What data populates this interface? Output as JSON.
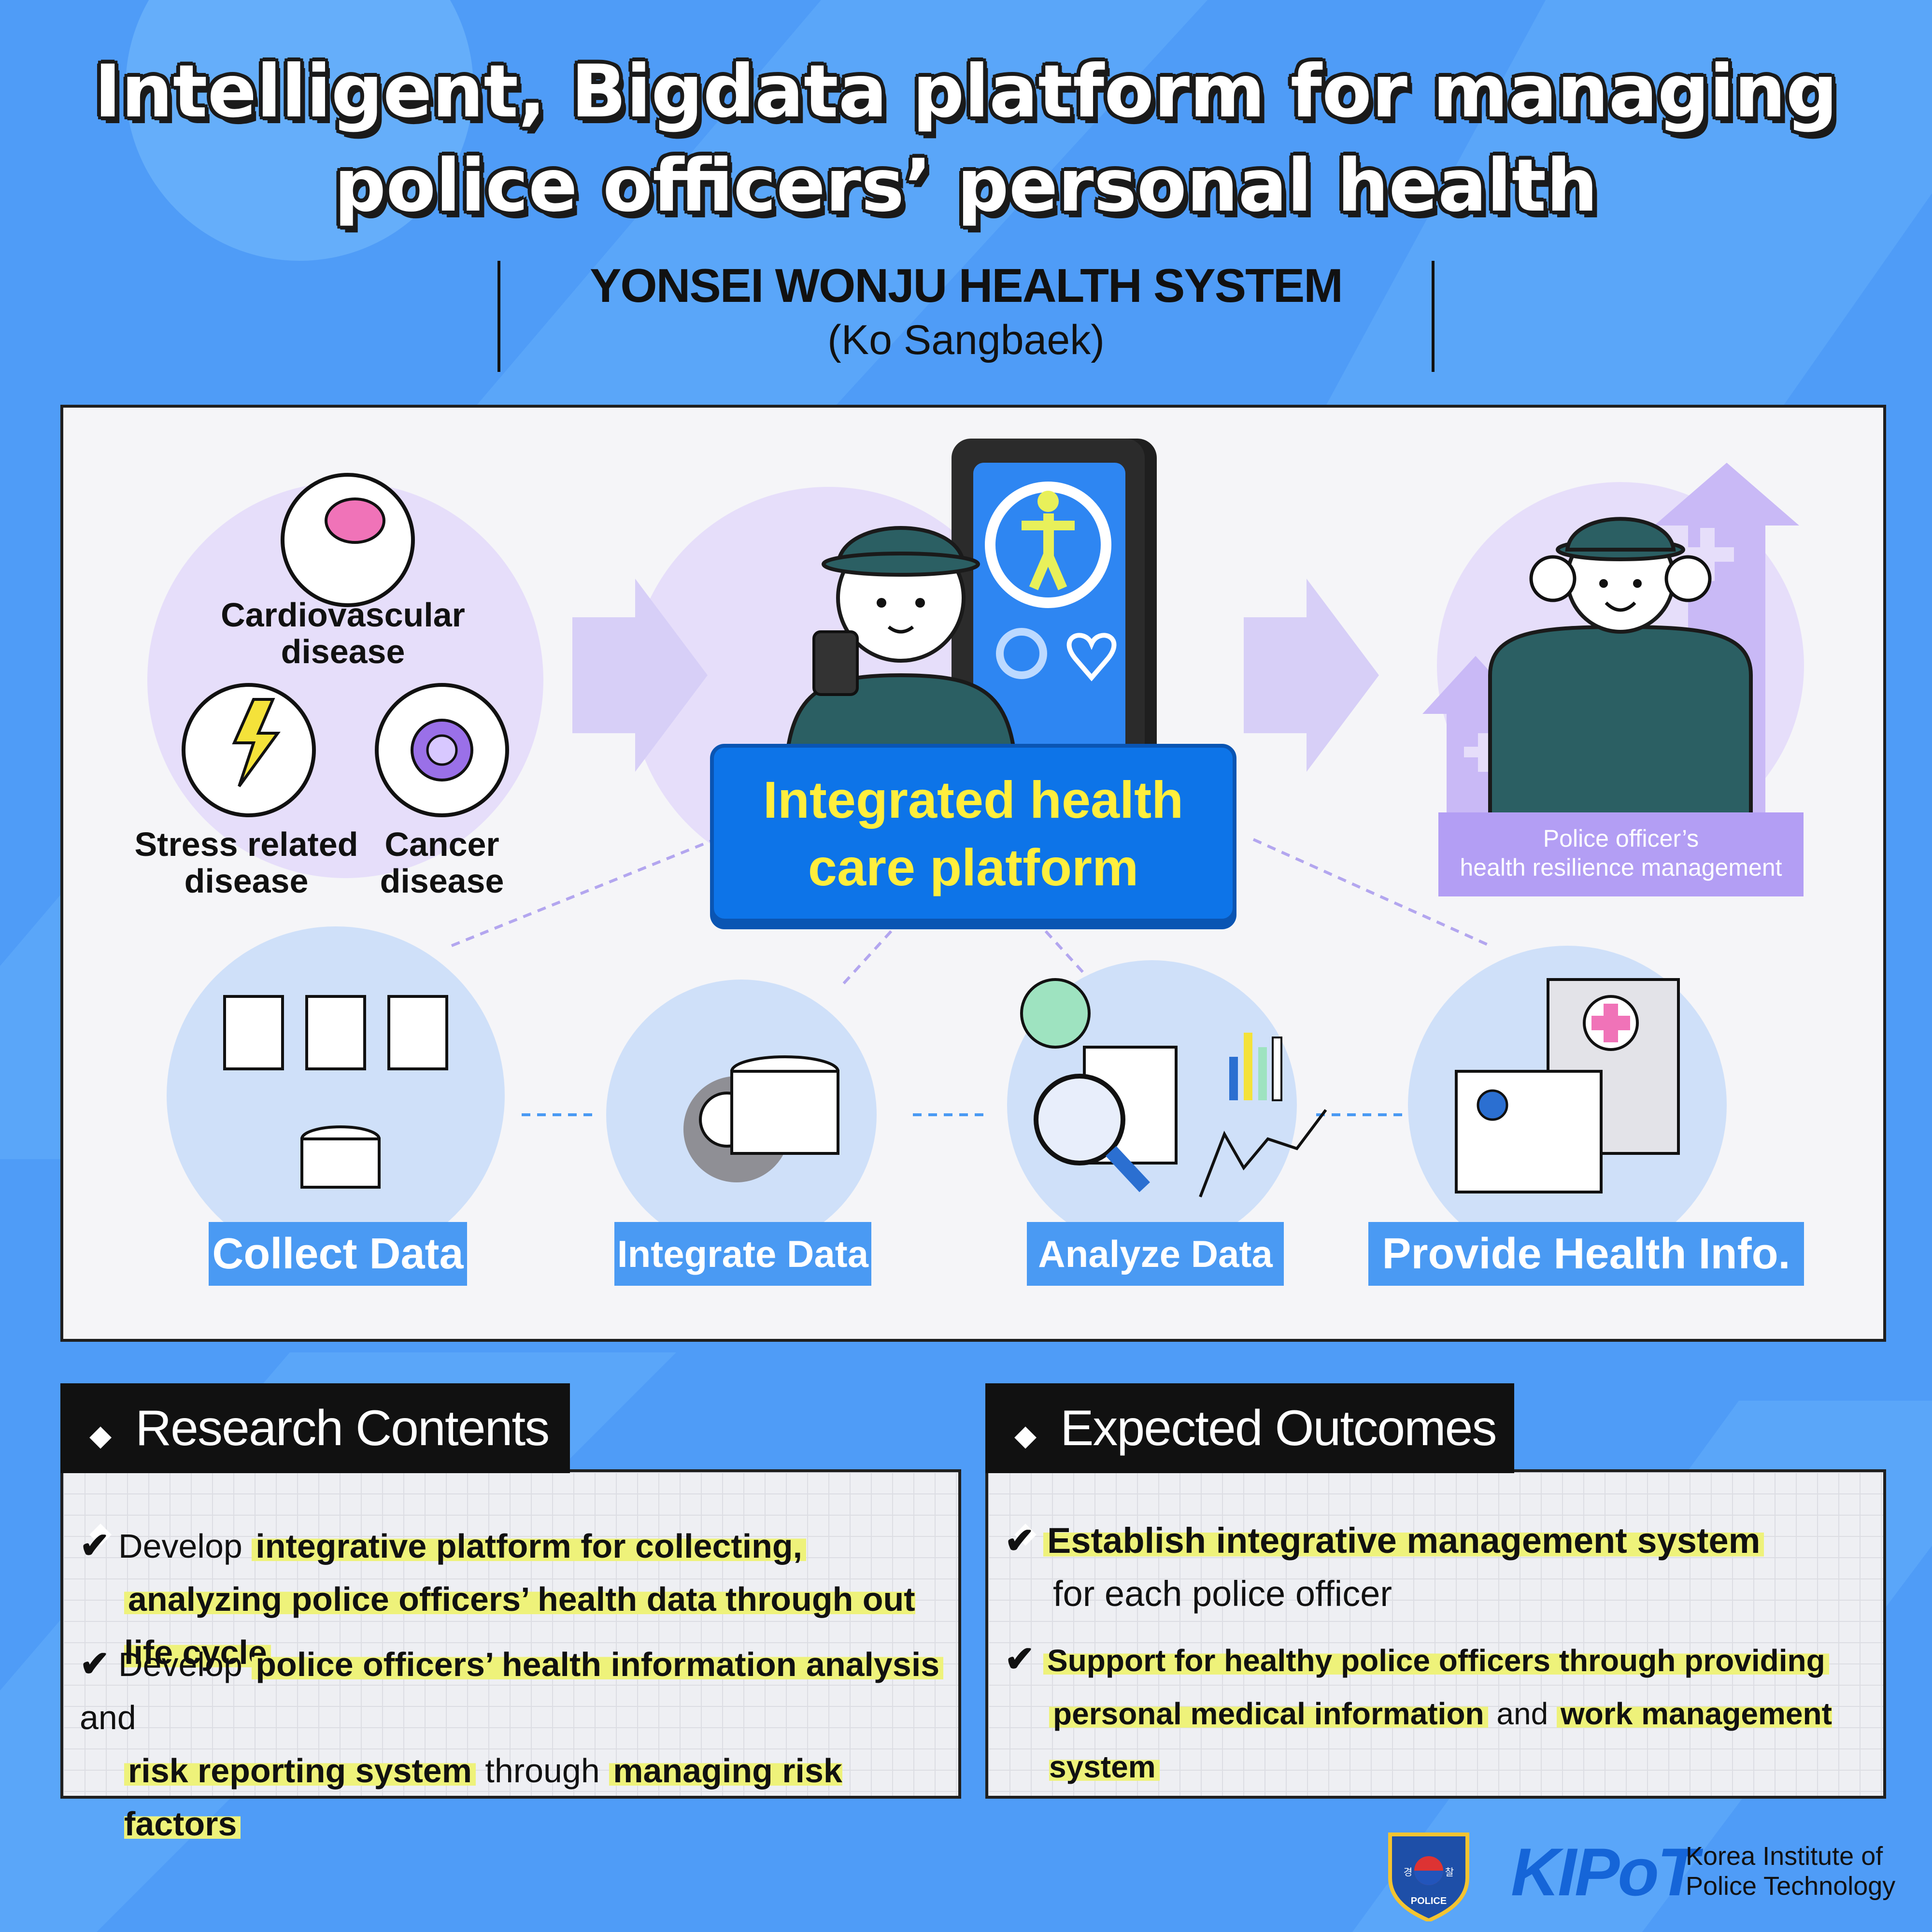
{
  "title": {
    "line1": "Intelligent, Bigdata platform for managing",
    "line2": "police officers’ personal health"
  },
  "org": {
    "name": "YONSEI WONJU HEALTH SYSTEM",
    "person": "(Ko Sangbaek)"
  },
  "diseases": {
    "cardio": [
      "Cardiovascular",
      "disease"
    ],
    "stress": [
      "Stress related",
      "disease"
    ],
    "cancer": [
      "Cancer",
      "disease"
    ]
  },
  "platform": {
    "line1": "Integrated health",
    "line2": "care platform"
  },
  "resilience": {
    "line1": "Police officer’s",
    "line2": "health resilience management"
  },
  "steps": [
    "Collect Data",
    "Integrate Data",
    "Analyze Data",
    "Provide Health Info."
  ],
  "research": {
    "heading": "Research Contents",
    "item1": {
      "lead": "Develop ",
      "hl1": "integrative platform for collecting,",
      "hl2": "analyzing police officers’ health data through out life cycle"
    },
    "item2": {
      "lead": "Develop ",
      "hl1": "police officers’ health information analysis",
      "mid1": " and",
      "hl2": "risk reporting system",
      "mid2": " through ",
      "hl3": "managing risk factors"
    }
  },
  "outcomes": {
    "heading": "Expected Outcomes",
    "item1": {
      "hl1": "Establish integrative management system",
      "rest": "for each police officer"
    },
    "item2": {
      "hl1": "Support for healthy police officers through providing",
      "hl2": "personal medical information",
      "mid": " and ",
      "hl3": "work management system"
    }
  },
  "footer": {
    "badge_text": "POLICE",
    "badge_han": [
      "경",
      "찰"
    ],
    "kipot": "KIPoT",
    "inst_line1": "Korea Institute of",
    "inst_line2": "Police Technology"
  },
  "colors": {
    "accent": "#0d74e8",
    "highlight": "#eef27a",
    "platform_text": "#ffee3d",
    "lavender": "#b39ef4"
  }
}
